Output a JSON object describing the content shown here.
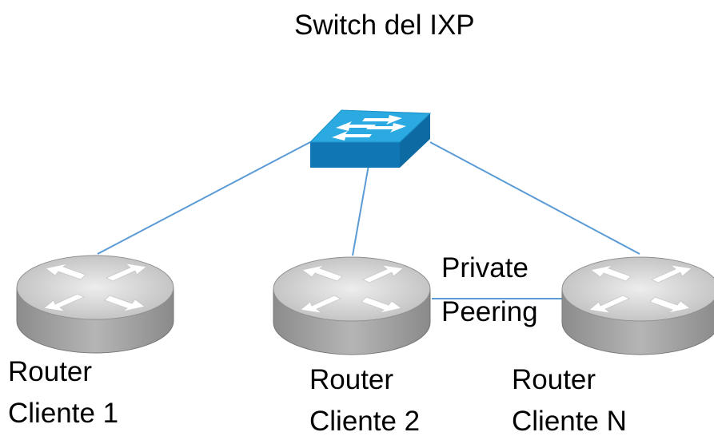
{
  "title": "Switch del IXP",
  "colors": {
    "link": "#5b9bd5",
    "switch_top": "#2ba9e1",
    "switch_front": "#1177b4",
    "router_top": "#d3d3d3",
    "router_side": "#9a9a9a",
    "arrow": "#ffffff"
  },
  "routers": [
    {
      "line1": "Router",
      "line2": "Cliente 1"
    },
    {
      "line1": "Router",
      "line2": "Cliente 2"
    },
    {
      "line1": "Router",
      "line2": "Cliente N"
    }
  ],
  "private_peering": {
    "line1": "Private",
    "line2": "Peering"
  },
  "icons": [
    "switch-icon",
    "router-icon"
  ]
}
